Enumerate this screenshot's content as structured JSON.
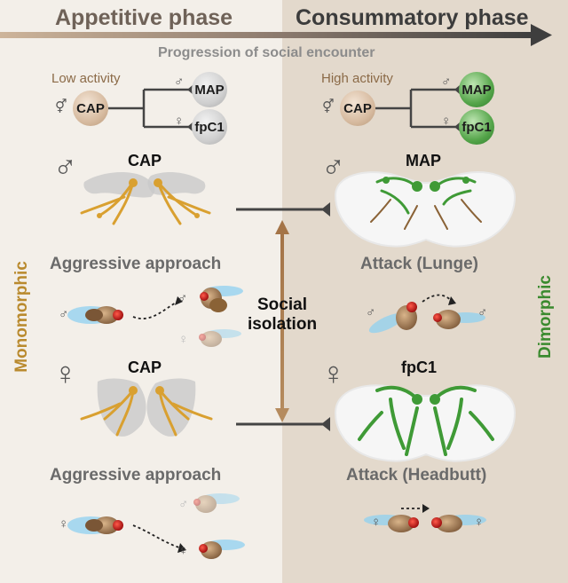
{
  "header": {
    "left_phase": "Appetitive phase",
    "right_phase": "Consummatory phase",
    "progression": "Progression of social encounter"
  },
  "circuit": {
    "left_activity": "Low activity",
    "right_activity": "High activity",
    "source_node": "CAP",
    "male_target": "MAP",
    "female_target": "fpC1"
  },
  "male_row": {
    "left_region": "CAP",
    "right_region": "MAP",
    "left_behavior": "Aggressive approach",
    "right_behavior": "Attack (Lunge)"
  },
  "female_row": {
    "left_region": "CAP",
    "right_region": "fpC1",
    "left_behavior": "Aggressive approach",
    "right_behavior": "Attack (Headbutt)"
  },
  "center": {
    "isolation_line1": "Social",
    "isolation_line2": "isolation"
  },
  "side_labels": {
    "left": "Monomorphic",
    "right": "Dimorphic"
  },
  "symbols": {
    "male": "♂",
    "female": "♀",
    "mixed": "⚥"
  },
  "colors": {
    "left_bg": "#f3efe9",
    "right_bg": "#e3d9cc",
    "monomorphic": "#b98a2e",
    "dimorphic": "#3a8a2e",
    "cap_neuron": "#d9a030",
    "green_neuron": "#3f9a36",
    "arrow_brown": "#a87a50"
  }
}
